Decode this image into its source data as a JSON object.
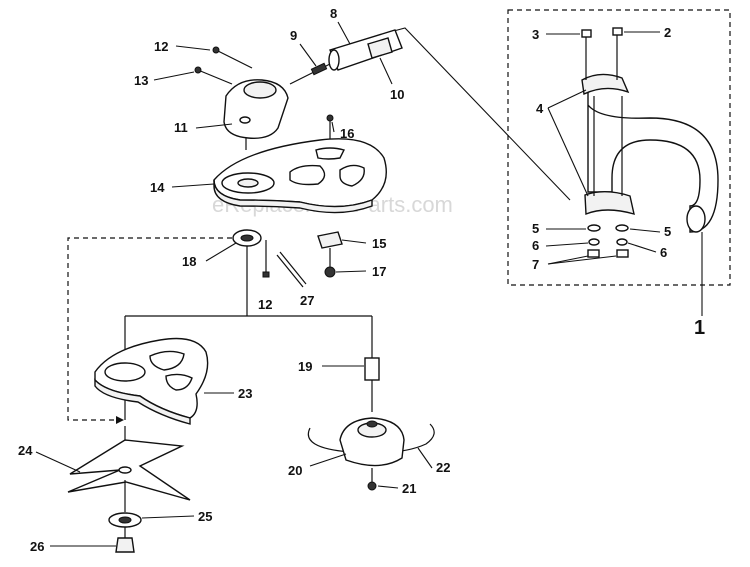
{
  "watermark": "eReplacementParts.com",
  "callouts": {
    "c1": "1",
    "c2": "2",
    "c3": "3",
    "c4": "4",
    "c5a": "5",
    "c5b": "5",
    "c6a": "6",
    "c6b": "6",
    "c7": "7",
    "c8": "8",
    "c9": "9",
    "c10": "10",
    "c11": "11",
    "c12a": "12",
    "c12b": "12",
    "c13": "13",
    "c14": "14",
    "c15": "15",
    "c16": "16",
    "c17": "17",
    "c18": "18",
    "c19": "19",
    "c20": "20",
    "c21": "21",
    "c22": "22",
    "c23": "23",
    "c24": "24",
    "c25": "25",
    "c26": "26",
    "c27": "27"
  }
}
